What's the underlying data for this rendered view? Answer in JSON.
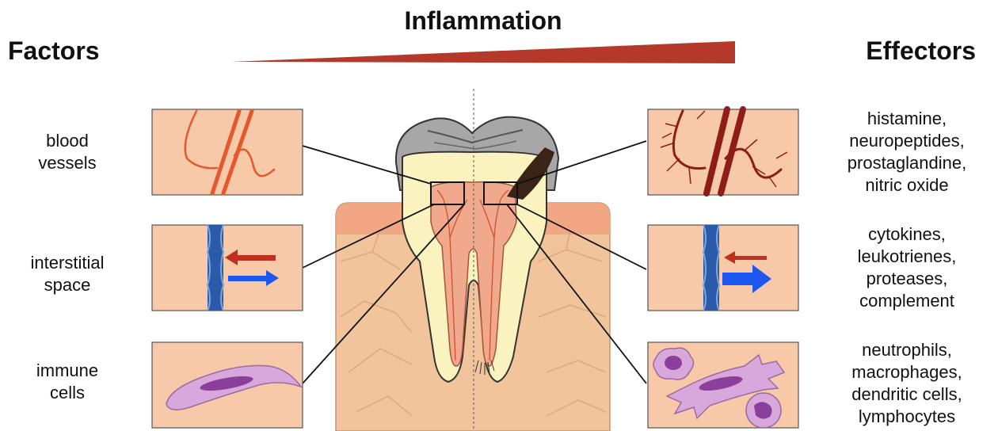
{
  "title": "Inflammation",
  "factors_heading": "Factors",
  "effectors_heading": "Effectors",
  "factors": [
    {
      "line1": "blood",
      "line2": "vessels"
    },
    {
      "line1": "interstitial",
      "line2": "space"
    },
    {
      "line1": "immune",
      "line2": "cells"
    }
  ],
  "effectors": [
    {
      "lines": [
        "histamine,",
        "neuropeptides,",
        "prostaglandine,",
        "nitric oxide"
      ]
    },
    {
      "lines": [
        "cytokines,",
        "leukotrienes,",
        "proteases,",
        "complement"
      ]
    },
    {
      "lines": [
        "neutrophils,",
        "macrophages,",
        "dendritic cells,",
        "lymphocytes"
      ]
    }
  ],
  "colors": {
    "wedge": "#b5392a",
    "panel": "#f7c9a8",
    "gum": "#f4c8a0",
    "bone": "#f2c49b",
    "enamel": "#a7a7a7",
    "dentin": "#fbf3bf",
    "pulp": "#f0a98c",
    "vessel": "#e5582b",
    "vessel_dark": "#8e1d1a",
    "interstitium": "#2a5aa8",
    "arrow_red": "#c0301e",
    "arrow_blue": "#1e56f0",
    "cell": "#d8a8dc",
    "nucleus": "#8a3f9a"
  }
}
